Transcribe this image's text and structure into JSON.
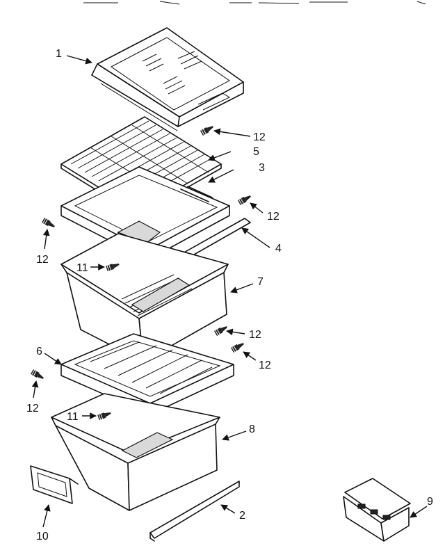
{
  "callouts": {
    "c1": "1",
    "c2": "2",
    "c3": "3",
    "c4": "4",
    "c5": "5",
    "c6": "6",
    "c7": "7",
    "c8": "8",
    "c9": "9",
    "c10": "10",
    "c11a": "11",
    "c11b": "11",
    "c12a": "12",
    "c12b": "12",
    "c12c": "12",
    "c12d": "12",
    "c12e": "12",
    "c12f": "12"
  },
  "icons": [
    "screw-icon",
    "arrow-head-icon"
  ]
}
